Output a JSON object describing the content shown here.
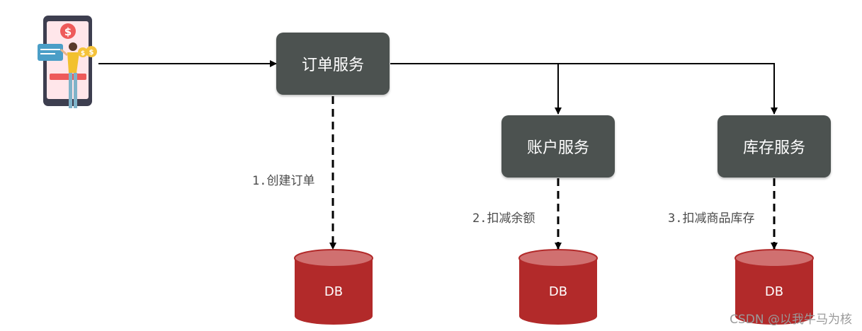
{
  "services": {
    "order": "订单服务",
    "account": "账户服务",
    "storage": "库存服务"
  },
  "steps": {
    "create_order": "1.创建订单",
    "deduct_balance": "2.扣减余额",
    "deduct_stock": "3.扣减商品库存"
  },
  "databases": {
    "order_db": "DB",
    "account_db": "DB",
    "storage_db": "DB"
  },
  "icons": {
    "client": "mobile-payment-user-icon"
  },
  "colors": {
    "service_box": "#4c5250",
    "database": "#b22a2a",
    "database_top": "#d07070",
    "line": "#000000"
  },
  "watermark": "CSDN @以我牛马为核"
}
